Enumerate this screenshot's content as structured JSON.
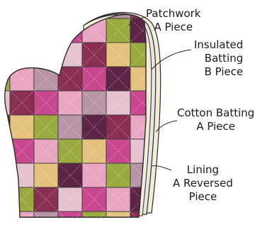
{
  "labels": {
    "patchwork": {
      "line1": "Patchwork",
      "line2": "A Piece"
    },
    "insulated": {
      "line1": "Insulated",
      "line2": "Batting",
      "line3": "B Piece"
    },
    "cotton": {
      "line1": "Cotton Batting",
      "line2": "A Piece"
    },
    "lining": {
      "line1": "Lining",
      "line2": "A Reversed",
      "line3": "Piece"
    }
  },
  "colors": {
    "magenta": "#c9478f",
    "plum": "#5e2445",
    "pink": "#e9a5c2",
    "wine": "#8a2f52",
    "olive": "#9aaa3e",
    "mauve": "#b894a7",
    "tan": "#e4c17c",
    "blush": "#e6c1cf",
    "layer_cream": "#f4ecd7",
    "layer_grey": "#e6e6e6",
    "outline": "#2a2a2a"
  }
}
